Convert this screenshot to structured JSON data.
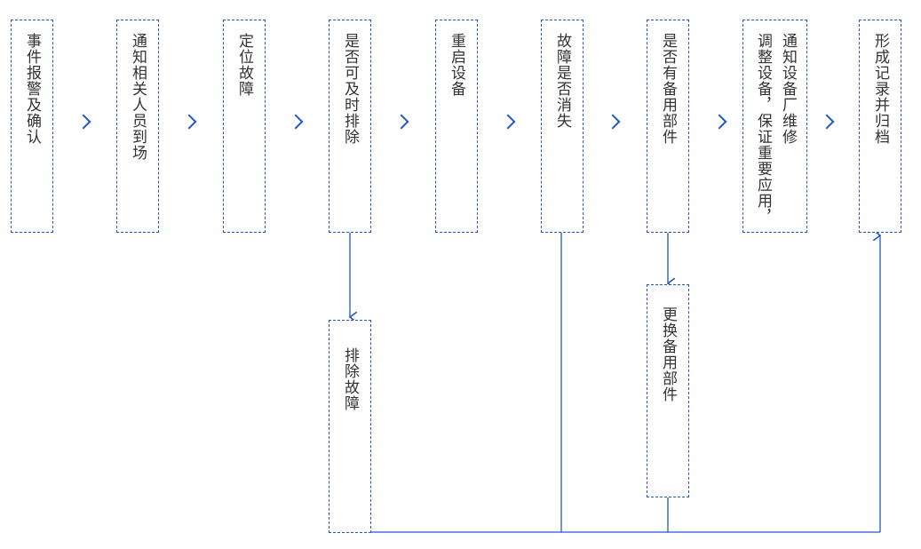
{
  "steps": [
    {
      "text": "事件报警及确认"
    },
    {
      "text": "通知相关人员到场"
    },
    {
      "text": "定位故障"
    },
    {
      "text": "是否可及时排除"
    },
    {
      "text": "重启设备"
    },
    {
      "text": "故障是否消失"
    },
    {
      "text": "是否有备用部件"
    },
    {
      "col1": "通知设备厂维修",
      "col2": "调整设备，保证重要应用，"
    },
    {
      "text": "形成记录并归档"
    }
  ],
  "branches": {
    "fix_fault": "排除故障",
    "replace_part": "更换备用部件"
  },
  "colors": {
    "line": "#2356c8",
    "text": "#333333"
  }
}
